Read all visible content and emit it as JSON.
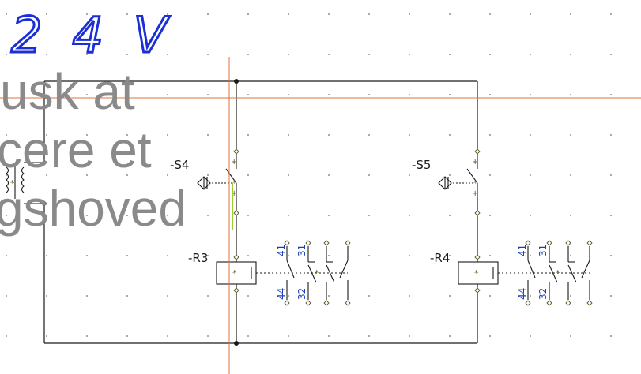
{
  "handwriting": {
    "text": "24V",
    "color": "#1a2fd6"
  },
  "overlay": {
    "lines": [
      "usk at",
      "cere et",
      "gshoved"
    ],
    "color": "#8a8a8a"
  },
  "colors": {
    "wire": "#1a1a1a",
    "crosshair": "#e0703a",
    "pin_text": "#1a3fb5",
    "grid_dot": "#6e6e6e",
    "terminal": "#5a5a2a",
    "connection_star": "#6a6a2a",
    "background": "#ffffff"
  },
  "components": {
    "switch_left": {
      "label": "-S4"
    },
    "switch_right": {
      "label": "-S5"
    },
    "relay_left": {
      "label": "-R3",
      "contacts": [
        {
          "no_top": "41",
          "no_bottom": "44"
        },
        {
          "nc_top": "31",
          "nc_bottom": "32"
        }
      ]
    },
    "relay_right": {
      "label": "-R4",
      "contacts": [
        {
          "no_top": "41",
          "no_bottom": "44"
        },
        {
          "nc_top": "31",
          "nc_bottom": "32"
        }
      ]
    }
  }
}
